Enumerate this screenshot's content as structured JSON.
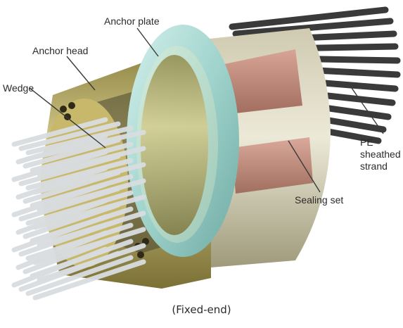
{
  "figure": {
    "labels": {
      "anchor_plate": "Anchor plate",
      "anchor_head": "Anchor head",
      "wedge": "Wedge",
      "pe_strand_line1": "PE",
      "pe_strand_line2": "sheathed",
      "pe_strand_line3": "strand",
      "sealing_set": "Sealing set"
    },
    "caption": "(Fixed-end)"
  },
  "colors": {
    "anchor_plate": "#a9dcd6",
    "anchor_head": "#b8a960",
    "sealing_set": "#c98c7c",
    "pe_strand": "#3a3a3a",
    "steel_wire": "#d9dde0",
    "leader_line": "#3a3a3a"
  }
}
